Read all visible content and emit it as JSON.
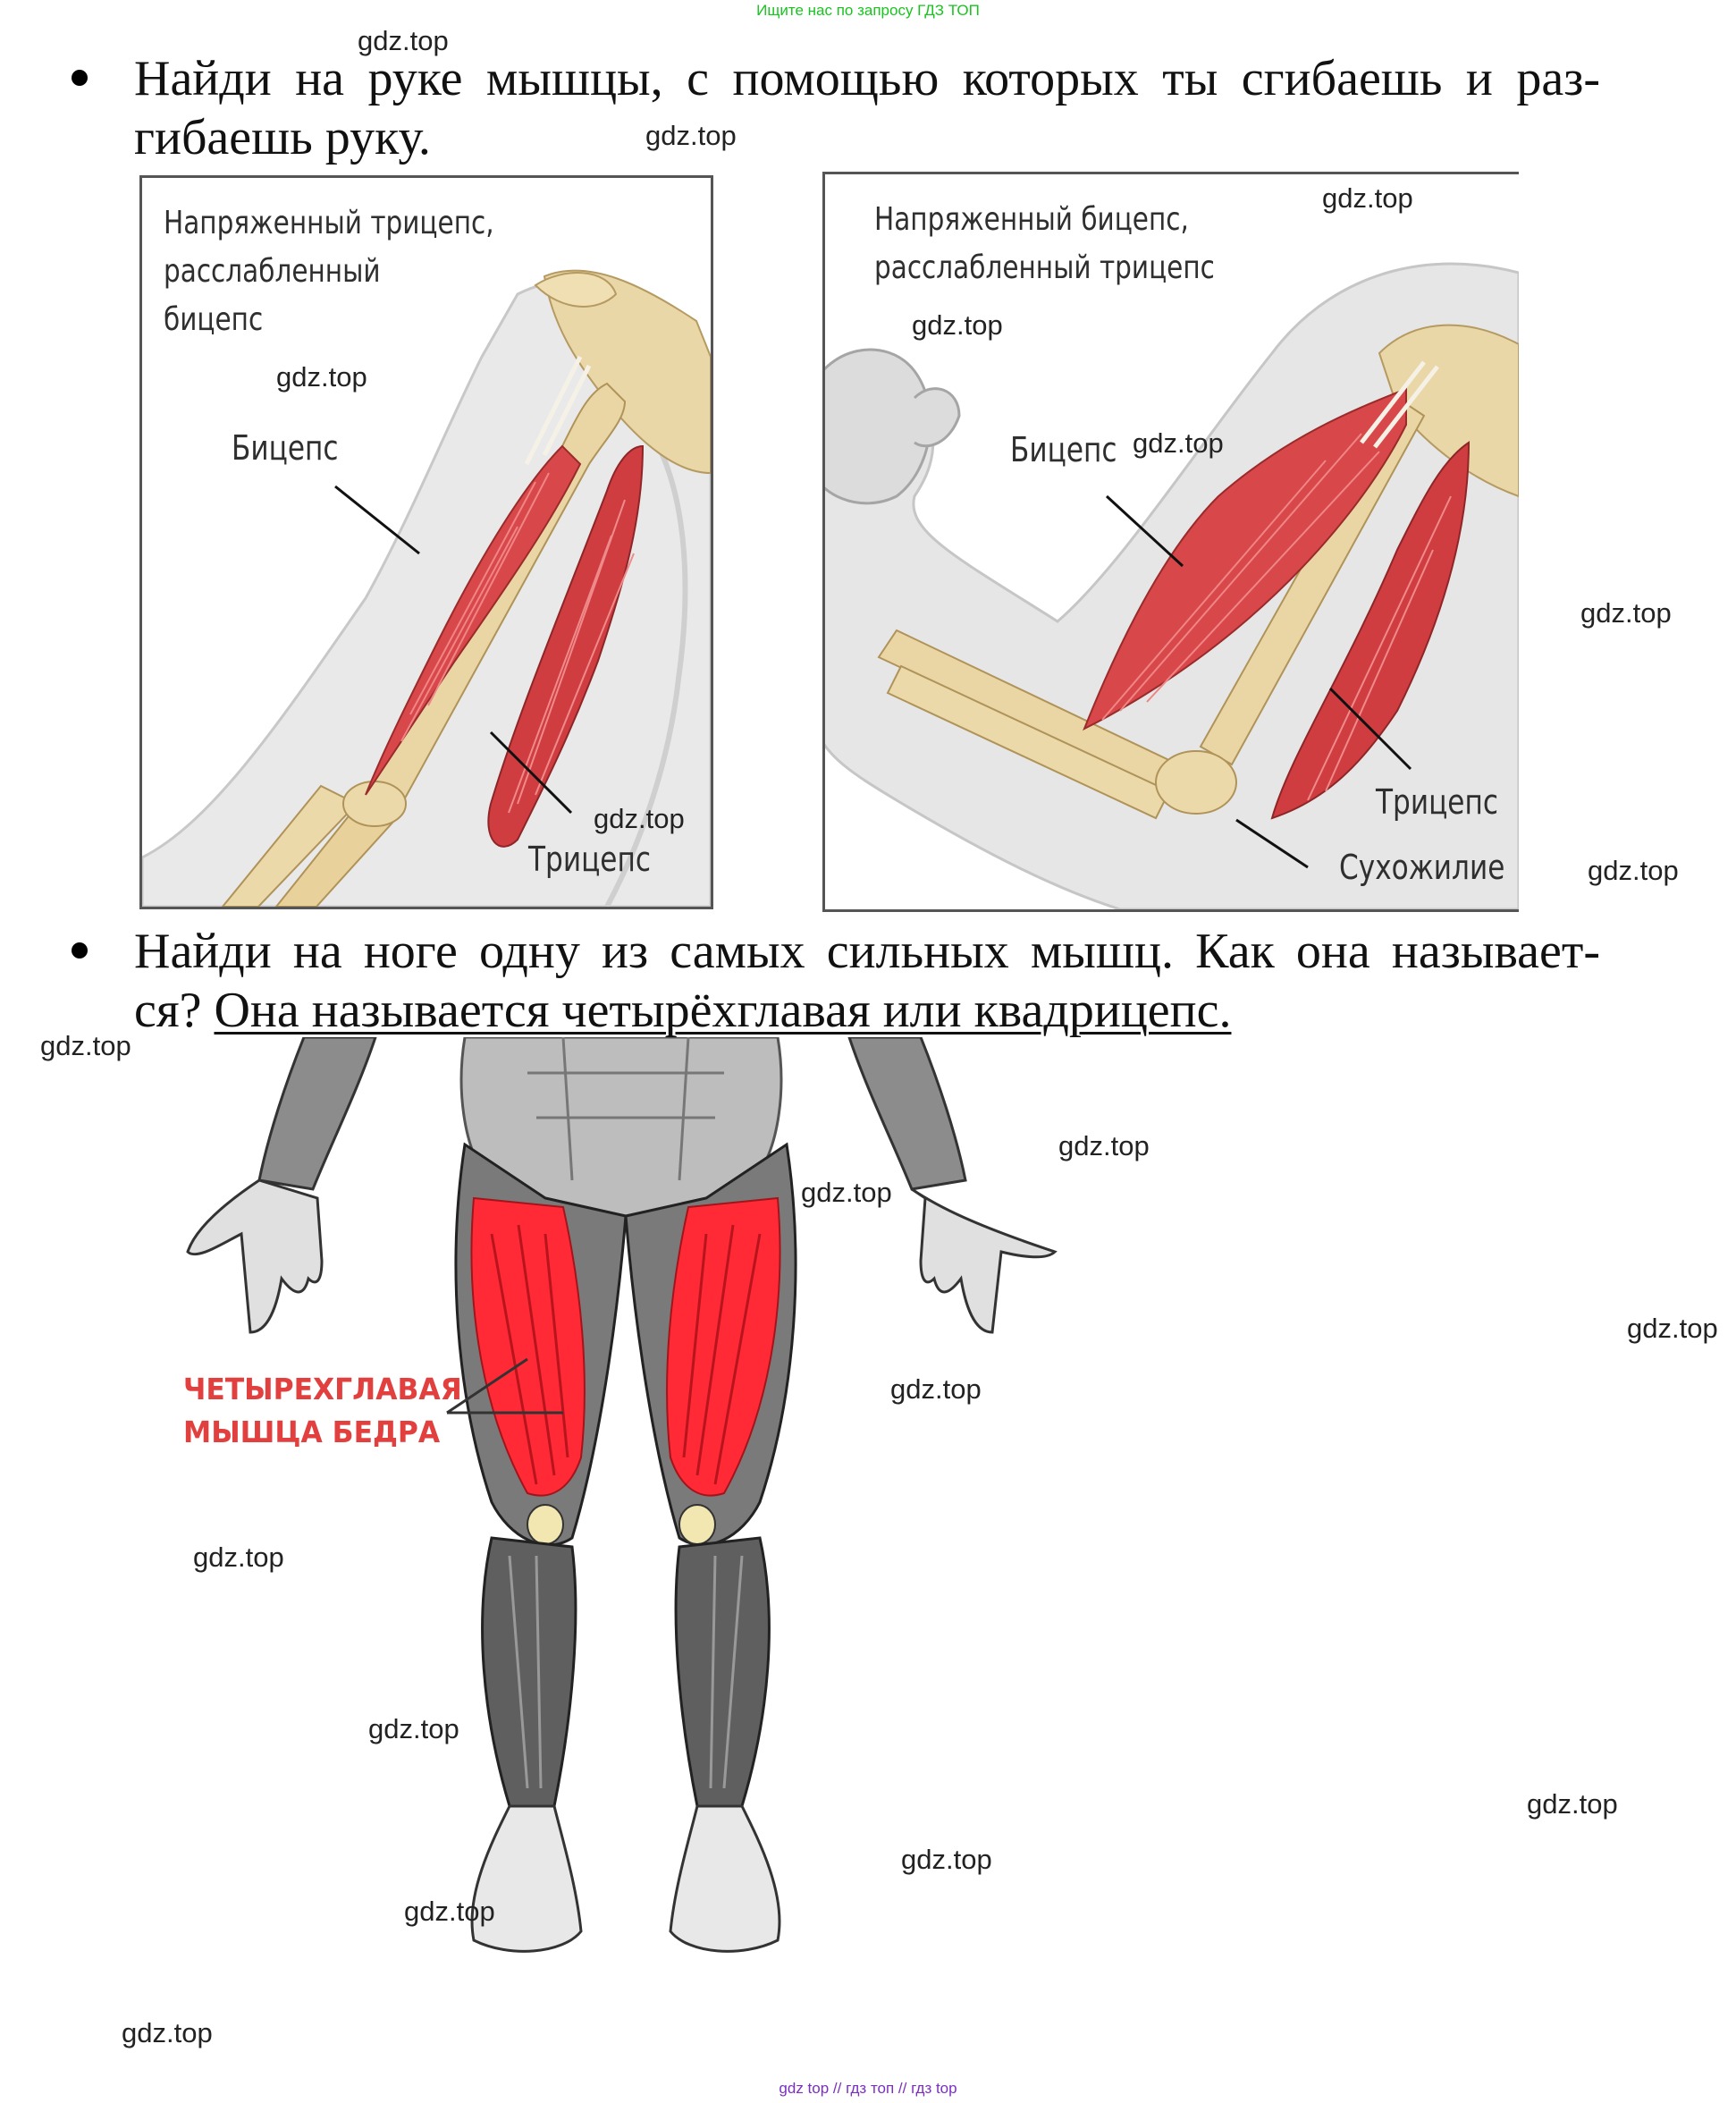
{
  "banner": "Ищите нас по запросу ГДЗ ТОП",
  "footer": "gdz top  //  гдз топ  //  гдз top",
  "watermark": "gdz.top",
  "task1": {
    "line1": "Найди на руке мышцы, с помощью которых ты сгибаешь и раз-",
    "line2": "гибаешь руку."
  },
  "arm_left": {
    "caption_l1": "Напряженный трицепс,",
    "caption_l2": "расслабленный",
    "caption_l3": "бицепс",
    "biceps": "Бицепс",
    "triceps": "Трицепс"
  },
  "arm_right": {
    "caption_l1": "Напряженный бицепс,",
    "caption_l2": "расслабленный трицепс",
    "biceps": "Бицепс",
    "triceps": "Трицепс",
    "tendon": "Сухожилие"
  },
  "task2": {
    "line1": "Найди на ноге одну из самых сильных мышц. Как она называет-",
    "line2_prefix": "ся? ",
    "answer": "Она называется четырёхглавая или квадрицепс."
  },
  "legs": {
    "label_l1": "ЧЕТЫРЕХГЛАВАЯ",
    "label_l2": "МЫШЦА БЕДРА"
  },
  "colors": {
    "muscle": "#d8474a",
    "bone": "#e8d3a0",
    "skin": "#e6e6e6",
    "quad": "#ff2a36",
    "banner": "#19c41f",
    "footer": "#7a2fbf"
  }
}
